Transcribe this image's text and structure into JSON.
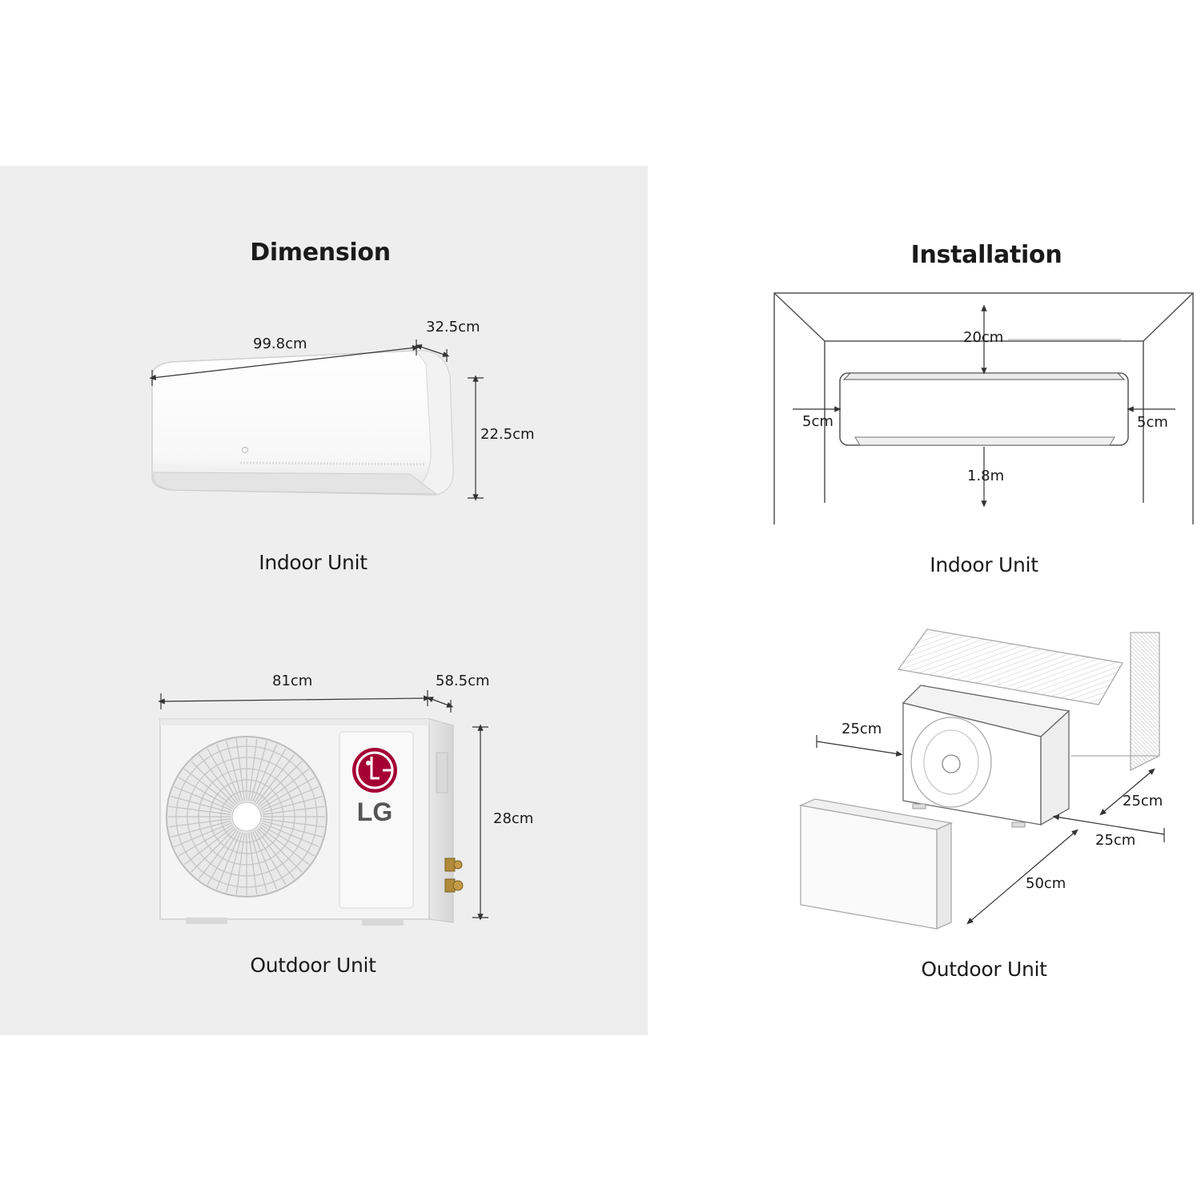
{
  "dimension": {
    "title": "Dimension",
    "indoor": {
      "caption": "Indoor Unit",
      "width": "99.8cm",
      "depth": "32.5cm",
      "height": "22.5cm"
    },
    "outdoor": {
      "caption": "Outdoor Unit",
      "width": "81cm",
      "depth": "58.5cm",
      "height": "28cm",
      "logo_text": "LG"
    }
  },
  "installation": {
    "title": "Installation",
    "indoor": {
      "caption": "Indoor Unit",
      "top": "20cm",
      "left": "5cm",
      "right": "5cm",
      "bottom": "1.8m"
    },
    "outdoor": {
      "caption": "Outdoor Unit",
      "left": "25cm",
      "back": "25cm",
      "side": "25cm",
      "front": "50cm"
    }
  },
  "colors": {
    "lg_brand": "#a50034",
    "panel_bg": "#eeeeee"
  }
}
